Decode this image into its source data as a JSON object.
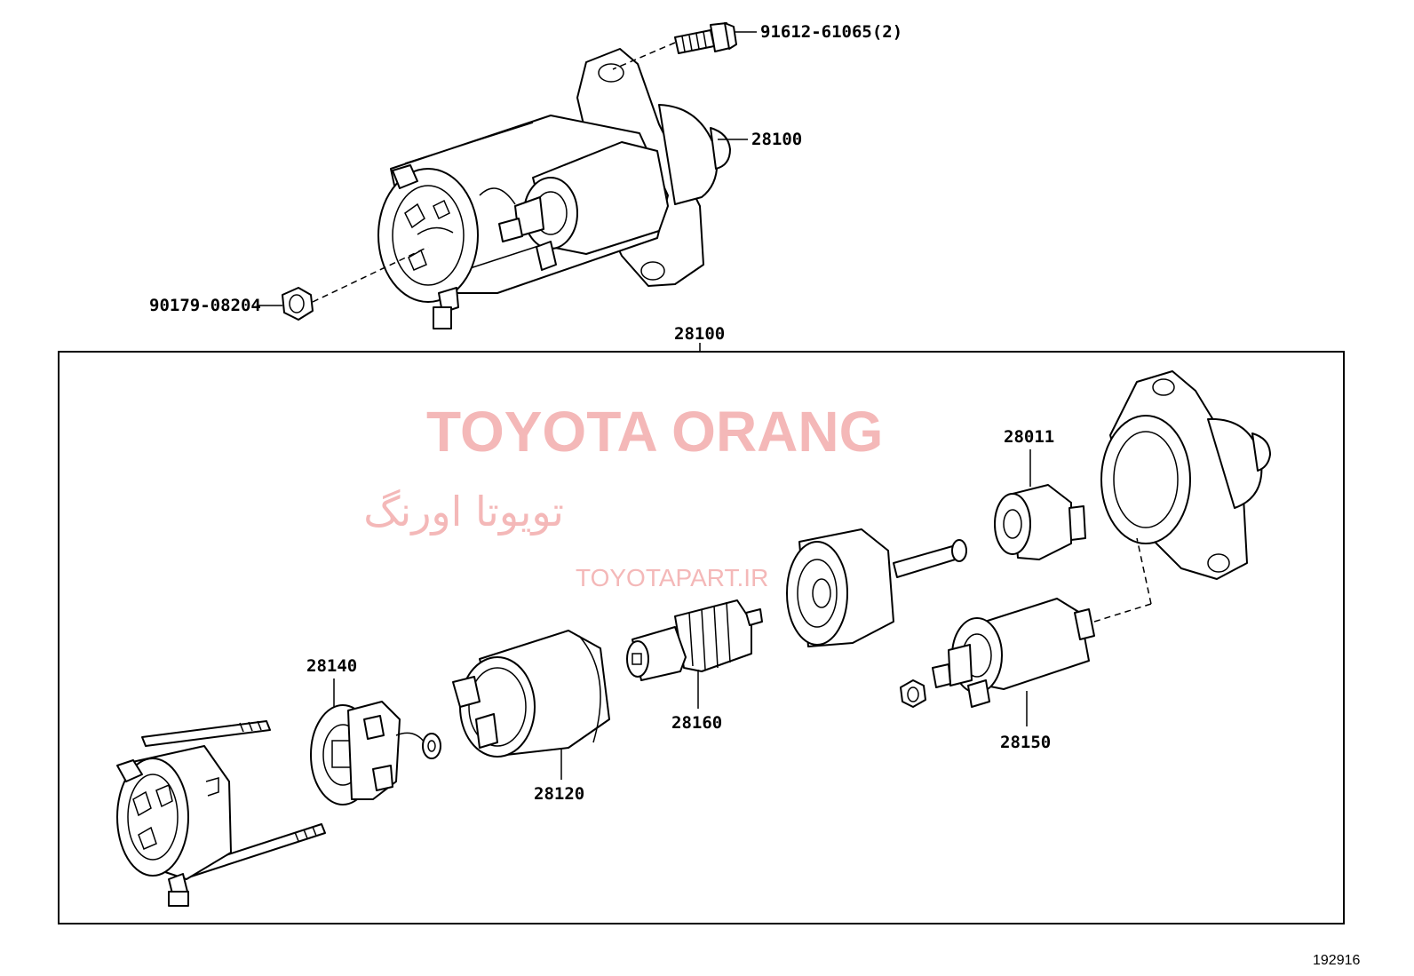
{
  "labels": {
    "bolt": "91612-61065(2)",
    "starter_top": "28100",
    "nut": "90179-08204",
    "assembly": "28100",
    "clutch": "28011",
    "brush_holder": "28140",
    "armature": "28160",
    "yoke": "28120",
    "switch": "28150"
  },
  "watermark": {
    "title": "TOYOTA ORANG",
    "persian": "تویوتا اورنگ",
    "site": "TOYOTAPART.IR"
  },
  "figure_ref": "192916"
}
